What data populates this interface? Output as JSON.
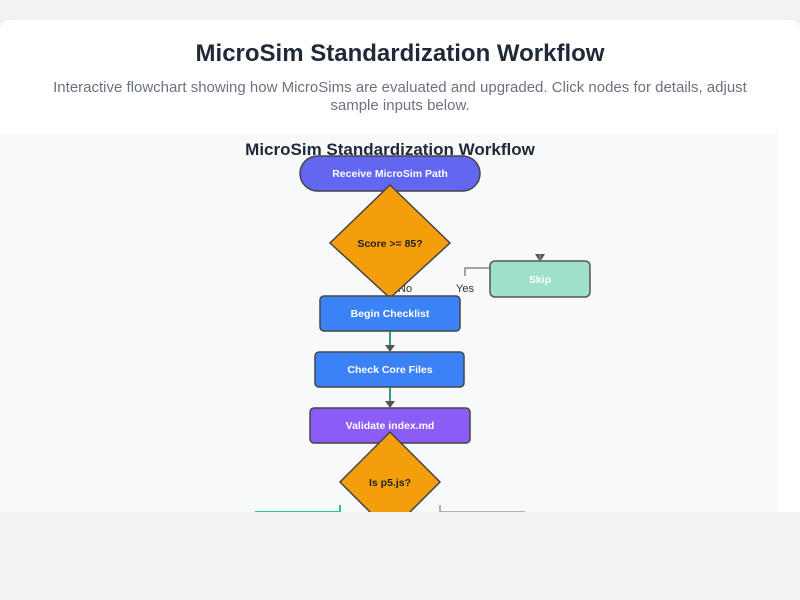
{
  "header": {
    "title": "MicroSim Standardization Workflow",
    "description": "Interactive flowchart showing how MicroSims are evaluated and upgraded. Click nodes for details, adjust sample inputs below."
  },
  "flowchart": {
    "title": "MicroSim Standardization Workflow",
    "nodes": {
      "start": "Receive MicroSim Path",
      "score_decision": "Score >= 85?",
      "skip": "Skip",
      "begin": "Begin Checklist",
      "core_files": "Check Core Files",
      "validate": "Validate index.md",
      "p5_decision": "Is p5.js?"
    },
    "edge_labels": {
      "yes": "Yes",
      "no": "No"
    },
    "colors": {
      "start": "#6366f1",
      "decision": "#f59e0b",
      "skip": "#9fe0c8",
      "process": "#3b82f6",
      "validate": "#8b5cf6",
      "arrow": "#2e9d7a"
    }
  }
}
